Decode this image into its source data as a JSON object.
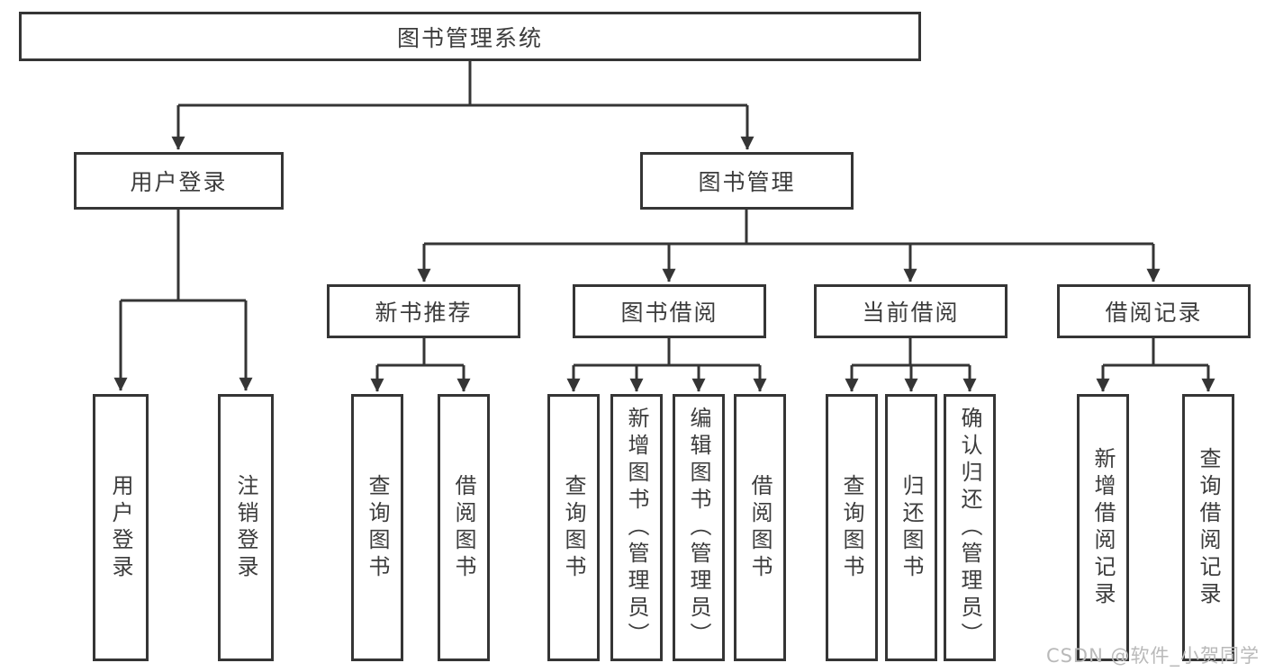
{
  "root": {
    "label": "图书管理系统"
  },
  "level2": [
    {
      "label": "用户登录"
    },
    {
      "label": "图书管理"
    }
  ],
  "level3": [
    {
      "label": "新书推荐"
    },
    {
      "label": "图书借阅"
    },
    {
      "label": "当前借阅"
    },
    {
      "label": "借阅记录"
    }
  ],
  "leaves": {
    "user_login": [
      "用户登录",
      "注销登录"
    ],
    "new_book_rec": [
      "查询图书",
      "借阅图书"
    ],
    "book_borrow": [
      "查询图书",
      "新增图书（管理员）",
      "编辑图书（管理员）",
      "借阅图书"
    ],
    "current_borrow": [
      "查询图书",
      "归还图书",
      "确认归还（管理员）"
    ],
    "borrow_records": [
      "新增借阅记录",
      "查询借阅记录"
    ]
  },
  "watermark": "CSDN @软件_小贺同学",
  "colors": {
    "line": "#353535",
    "text": "#3c3c3c",
    "watermark": "#b9b9b9",
    "background": "#ffffff"
  }
}
